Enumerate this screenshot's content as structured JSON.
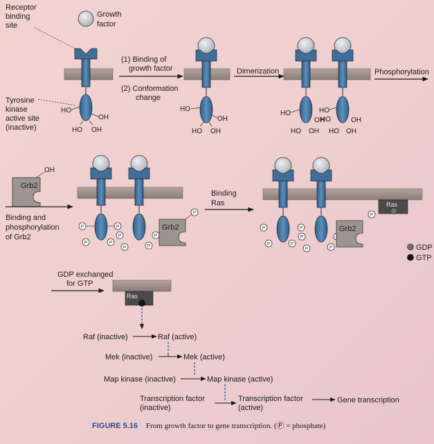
{
  "labels": {
    "receptor_binding": [
      "Receptor",
      "binding",
      "site"
    ],
    "growth_factor": [
      "Growth",
      "factor"
    ],
    "tyrosine": [
      "Tyrosine",
      "kinase",
      "active site",
      "(inactive)"
    ],
    "step1": [
      "(1) Binding of",
      "growth factor"
    ],
    "step2": [
      "(2) Conformation",
      "change"
    ],
    "dimerization": "Dimerization",
    "phosphorylation": "Phosphorylation",
    "grb2": "Grb2",
    "oh": "OH",
    "ho": "HO",
    "binding_grb2": [
      "Binding and",
      "phosphorylation",
      "of Grb2"
    ],
    "binding_ras": [
      "Binding",
      "Ras"
    ],
    "ras": "Ras",
    "gdp": "GDP",
    "gtp": "GTP",
    "gdp_exchange": [
      "GDP exchanged",
      "for GTP"
    ],
    "phosphate_symbol": "P"
  },
  "cascade": [
    {
      "inactive": "Raf (inactive)",
      "active": "Raf (active)"
    },
    {
      "inactive": "Mek (inactive)",
      "active": "Mek (active)"
    },
    {
      "inactive": "Map kinase (inactive)",
      "active": "Map kinase (active)"
    },
    {
      "inactive": [
        "Transcription factor",
        "(inactive)"
      ],
      "active": [
        "Transcription factor",
        "(active)"
      ],
      "final": "Gene transcription"
    }
  ],
  "caption": {
    "label": "FIGURE 5.16",
    "text": "From growth factor to gene transcription. (Ⓟ = phosphate)"
  },
  "colors": {
    "membrane": "#9a8a84",
    "receptor": "#3f6f98",
    "ligand": "#c9ccd2",
    "grb2": "#9b9590",
    "ras": "#4a4a4a",
    "gdp": "#6e6e6e",
    "gtp": "#151515"
  }
}
